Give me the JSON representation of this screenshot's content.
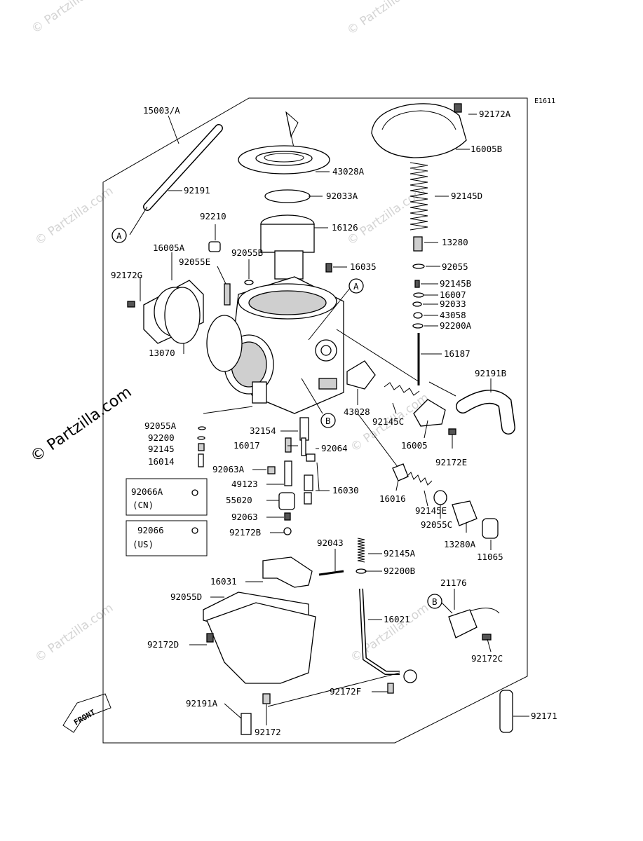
{
  "diagram_code": "E1611",
  "watermark": {
    "text": "© Partzilla.com"
  },
  "front_label": "FRONT",
  "ref_markers": {
    "a": "A",
    "b": "B"
  },
  "variants": {
    "cn": "(CN)",
    "us": "(US)"
  },
  "labels": {
    "p15003a": "15003/A",
    "p92172a": "92172A",
    "p16005b": "16005B",
    "p43028a": "43028A",
    "p92191": "92191",
    "p92033a": "92033A",
    "p92145d": "92145D",
    "p92210": "92210",
    "p16126": "16126",
    "p13280": "13280",
    "p16005a": "16005A",
    "p92055b": "92055B",
    "p92055e": "92055E",
    "p16035": "16035",
    "p92055": "92055",
    "p92172g": "92172G",
    "p92145b": "92145B",
    "p16007": "16007",
    "p92033": "92033",
    "p43058": "43058",
    "p92200a": "92200A",
    "p13070": "13070",
    "p16187": "16187",
    "p92191b": "92191B",
    "p43028": "43028",
    "p92145c": "92145C",
    "p92055a": "92055A",
    "p32154": "32154",
    "p92200": "92200",
    "p16017": "16017",
    "p92064": "92064",
    "p16005": "16005",
    "p92145": "92145",
    "p16014": "16014",
    "p92063a": "92063A",
    "p92172e": "92172E",
    "p92066a": "92066A",
    "p49123": "49123",
    "p16030": "16030",
    "p16016": "16016",
    "p55020": "55020",
    "p92145e": "92145E",
    "p92055c": "92055C",
    "p92063": "92063",
    "p92066": "92066",
    "p92172b": "92172B",
    "p13280a": "13280A",
    "p11065": "11065",
    "p92043": "92043",
    "p92145a": "92145A",
    "p16031": "16031",
    "p92200b": "92200B",
    "p21176": "21176",
    "p92055d": "92055D",
    "p16021": "16021",
    "p92172d": "92172D",
    "p92172c": "92172C",
    "p92172f": "92172F",
    "p92191a": "92191A",
    "p92171": "92171",
    "p92172": "92172"
  }
}
